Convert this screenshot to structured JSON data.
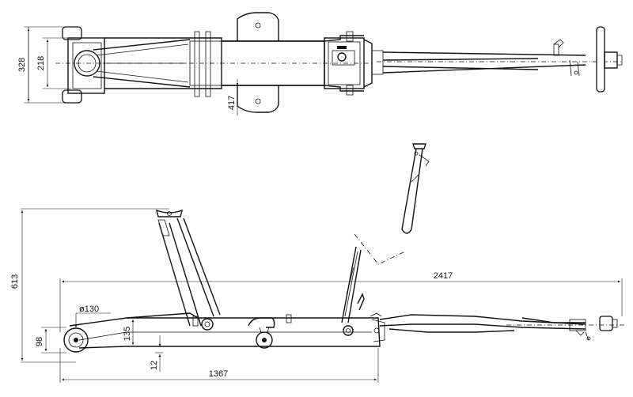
{
  "dimensions": {
    "top_width_outer": "328",
    "top_width_inner": "218",
    "top_saddle_offset": "417",
    "side_max_height": "613",
    "side_total_length": "2417",
    "wheel_diameter": "ø130",
    "side_frame_height": "135",
    "side_min_height": "98",
    "ground_clearance": "12",
    "frame_length": "1367"
  }
}
